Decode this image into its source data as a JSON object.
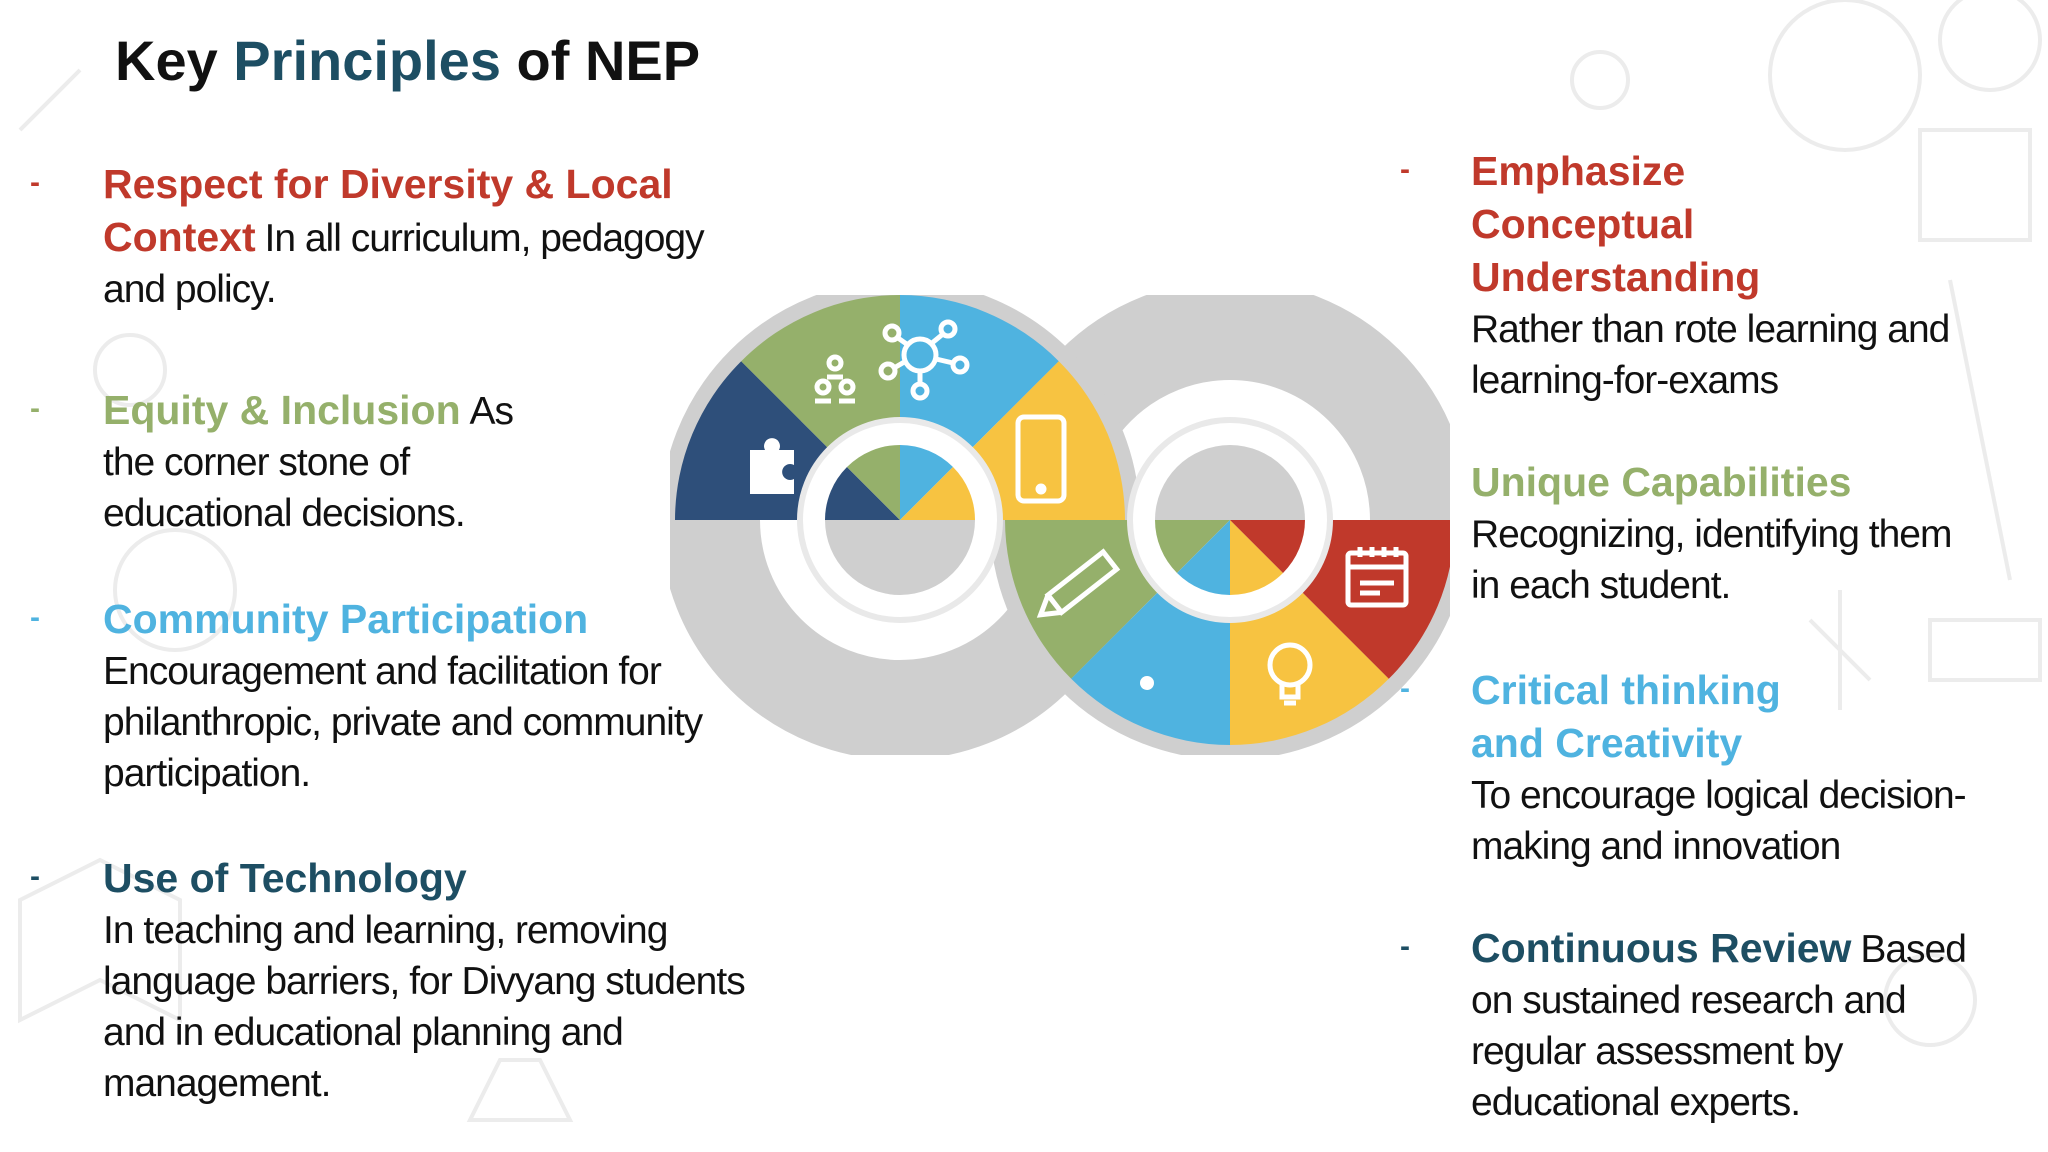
{
  "title": {
    "part1": "Key",
    "part2": "Principles",
    "part3": "of NEP"
  },
  "dash": "-",
  "left": [
    {
      "heading": "Respect for Diversity & Local",
      "heading2": "Context",
      "text1": "In all curriculum, pedagogy",
      "text2": "and  policy.",
      "color": "#c0392b"
    },
    {
      "heading": "Equity & Inclusion",
      "text1": "As",
      "text2": "the corner stone of",
      "text3": "educational  decisions.",
      "color": "#95b06b"
    },
    {
      "heading": "Community Participation",
      "lines": [
        "Encouragement and facilitation for",
        "philanthropic, private and community",
        "participation."
      ],
      "color": "#4fb3e0"
    },
    {
      "heading": "Use of Technology",
      "lines": [
        "In teaching and learning, removing",
        "language barriers, for Divyang  students",
        "and in educational planning and",
        "management."
      ],
      "color": "#1d4e63"
    }
  ],
  "right": [
    {
      "headings": [
        "Emphasize",
        "Conceptual",
        "Understanding"
      ],
      "lines": [
        "Rather than rote learning  and",
        "learning-for-exams"
      ],
      "color": "#c0392b"
    },
    {
      "heading": "Unique Capabilities",
      "lines": [
        "Recognizing, identifying  them",
        "in each   student."
      ],
      "color": "#95b06b"
    },
    {
      "headings": [
        "Critical thinking",
        "and  Creativity"
      ],
      "lines": [
        "To encourage logical  decision-",
        "making and  innovation"
      ],
      "color": "#4fb3e0"
    },
    {
      "heading": "Continuous Review",
      "text1": "Based",
      "lines": [
        "on sustained  research   and",
        "regular assessment  by",
        "educational experts."
      ],
      "color": "#1d4e63"
    }
  ],
  "graphic": {
    "colors": {
      "red": "#c0392b",
      "green": "#95b06b",
      "blue": "#4fb3e0",
      "yellow": "#f7c341",
      "navy": "#2e4f7a",
      "gray": "#cfcfcf"
    },
    "icons": [
      "puzzle-icon",
      "people-icon",
      "network-icon",
      "smartphone-icon",
      "pencil-icon",
      "calendar-icon",
      "lightbulb-icon",
      "dot-icon"
    ]
  }
}
